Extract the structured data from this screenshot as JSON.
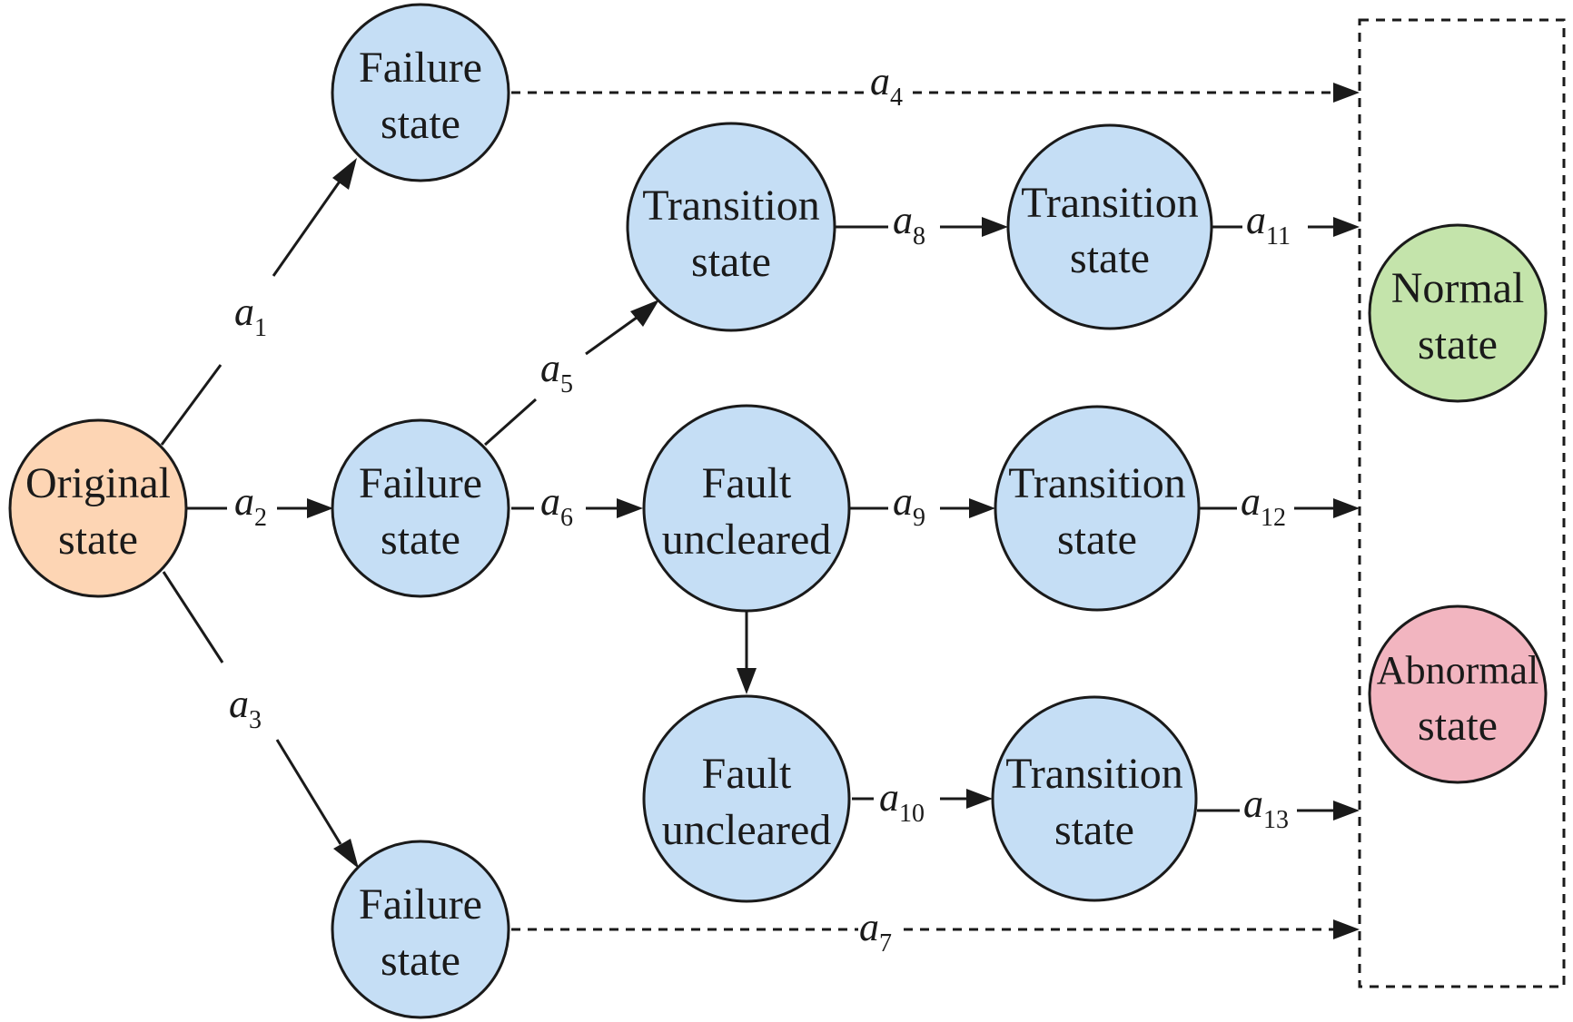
{
  "colors": {
    "original": "#fdd5b4",
    "intermediate": "#c5def5",
    "normal": "#c4e4ab",
    "abnormal": "#f2b5c0",
    "stroke": "#1a1a1a"
  },
  "nodes": {
    "original": {
      "line1": "Original",
      "line2": "state"
    },
    "failure_top": {
      "line1": "Failure",
      "line2": "state"
    },
    "failure_mid": {
      "line1": "Failure",
      "line2": "state"
    },
    "failure_bot": {
      "line1": "Failure",
      "line2": "state"
    },
    "transition_1": {
      "line1": "Transition",
      "line2": "state"
    },
    "transition_2": {
      "line1": "Transition",
      "line2": "state"
    },
    "transition_3": {
      "line1": "Transition",
      "line2": "state"
    },
    "transition_4": {
      "line1": "Transition",
      "line2": "state"
    },
    "fault_1": {
      "line1": "Fault",
      "line2": "uncleared"
    },
    "fault_2": {
      "line1": "Fault",
      "line2": "uncleared"
    },
    "normal": {
      "line1": "Normal",
      "line2": "state"
    },
    "abnormal": {
      "line1": "Abnormal",
      "line2": "state"
    }
  },
  "edges": {
    "a1": {
      "base": "a",
      "sub": "1"
    },
    "a2": {
      "base": "a",
      "sub": "2"
    },
    "a3": {
      "base": "a",
      "sub": "3"
    },
    "a4": {
      "base": "a",
      "sub": "4"
    },
    "a5": {
      "base": "a",
      "sub": "5"
    },
    "a6": {
      "base": "a",
      "sub": "6"
    },
    "a7": {
      "base": "a",
      "sub": "7"
    },
    "a8": {
      "base": "a",
      "sub": "8"
    },
    "a9": {
      "base": "a",
      "sub": "9"
    },
    "a10": {
      "base": "a",
      "sub": "10"
    },
    "a11": {
      "base": "a",
      "sub": "11"
    },
    "a12": {
      "base": "a",
      "sub": "12"
    },
    "a13": {
      "base": "a",
      "sub": "13"
    }
  }
}
